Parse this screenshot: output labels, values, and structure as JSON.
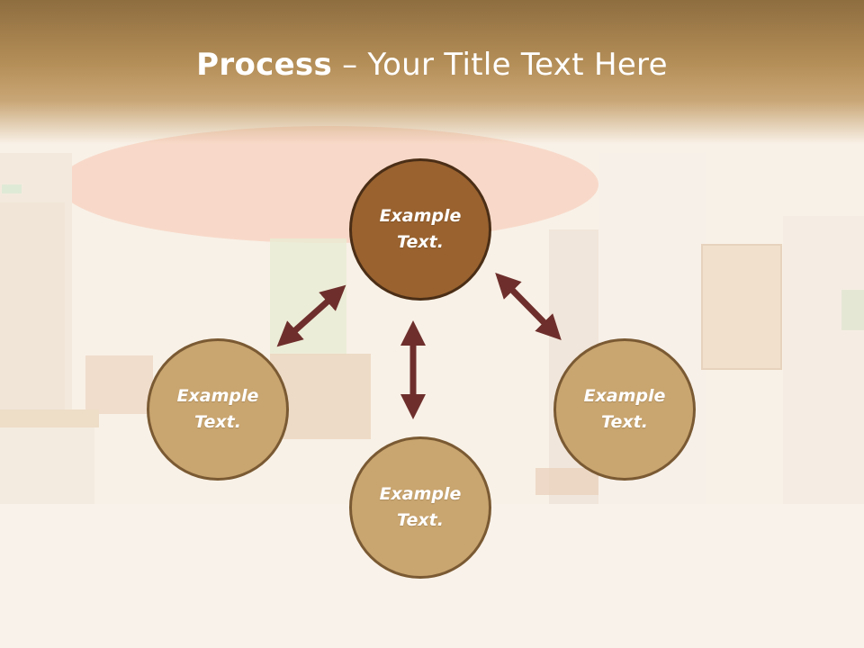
{
  "slide": {
    "title_bold": "Process",
    "title_rest": " – Your Title Text Here"
  },
  "diagram": {
    "nodes": [
      {
        "id": "top",
        "label": "Example\nText."
      },
      {
        "id": "left",
        "label": "Example\nText."
      },
      {
        "id": "right",
        "label": "Example\nText."
      },
      {
        "id": "bottom",
        "label": "Example\nText."
      }
    ]
  },
  "colors": {
    "header": "#8e6d3f",
    "primary_node": "#99622f",
    "primary_border": "#4b2e16",
    "secondary_node": "#c9a56f",
    "secondary_border": "#7a5a33",
    "arrow": "#6e2f2c"
  }
}
